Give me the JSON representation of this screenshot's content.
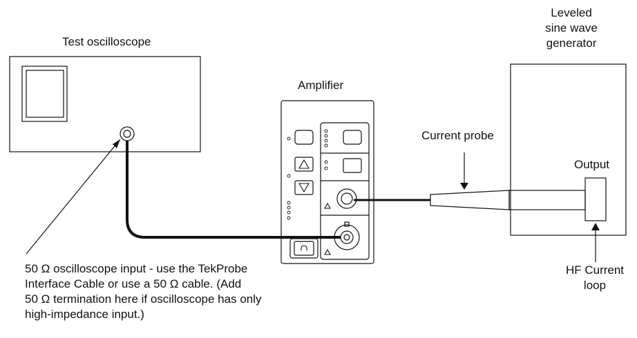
{
  "labels": {
    "oscilloscope": "Test oscilloscope",
    "amplifier": "Amplifier",
    "generator_lines": [
      "Leveled",
      "sine wave",
      "generator"
    ],
    "current_probe": "Current probe",
    "output": "Output",
    "hf_loop_lines": [
      "HF Current",
      "loop"
    ],
    "note_lines": [
      "50 Ω oscilloscope input - use the TekProbe",
      "Interface Cable or use a 50 Ω cable. (Add",
      "50 Ω termination here if oscilloscope has only",
      "high-impedance input.)"
    ]
  },
  "icons": {
    "cycle_button": "refresh-icon",
    "up_button": "triangle-up-icon",
    "down_button": "triangle-down-icon"
  }
}
